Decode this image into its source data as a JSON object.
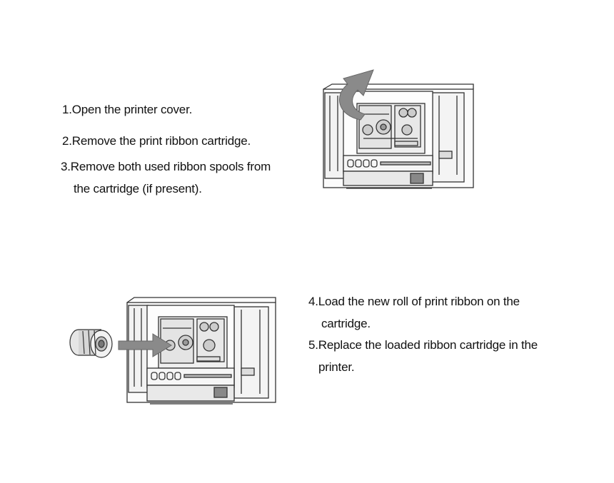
{
  "steps_top": [
    {
      "num": "1.",
      "text": "Open the printer cover."
    },
    {
      "num": "2.",
      "text": "Remove the print ribbon cartridge."
    },
    {
      "num": "3.",
      "text": "Remove both used ribbon spools from",
      "cont": "the cartridge (if present)."
    }
  ],
  "steps_bottom": [
    {
      "num": "4.",
      "text": "Load the new roll of print ribbon on the",
      "cont": "cartridge."
    },
    {
      "num": "5.",
      "text": "Replace the loaded ribbon cartridge in the",
      "cont": "printer."
    }
  ],
  "icons": {
    "top_illustration": "printer-open-cover-icon",
    "bottom_illustration": "printer-insert-ribbon-icon",
    "open_arrow": "curved-arrow-icon",
    "insert_arrow": "right-arrow-icon",
    "ribbon": "ribbon-roll-icon"
  }
}
